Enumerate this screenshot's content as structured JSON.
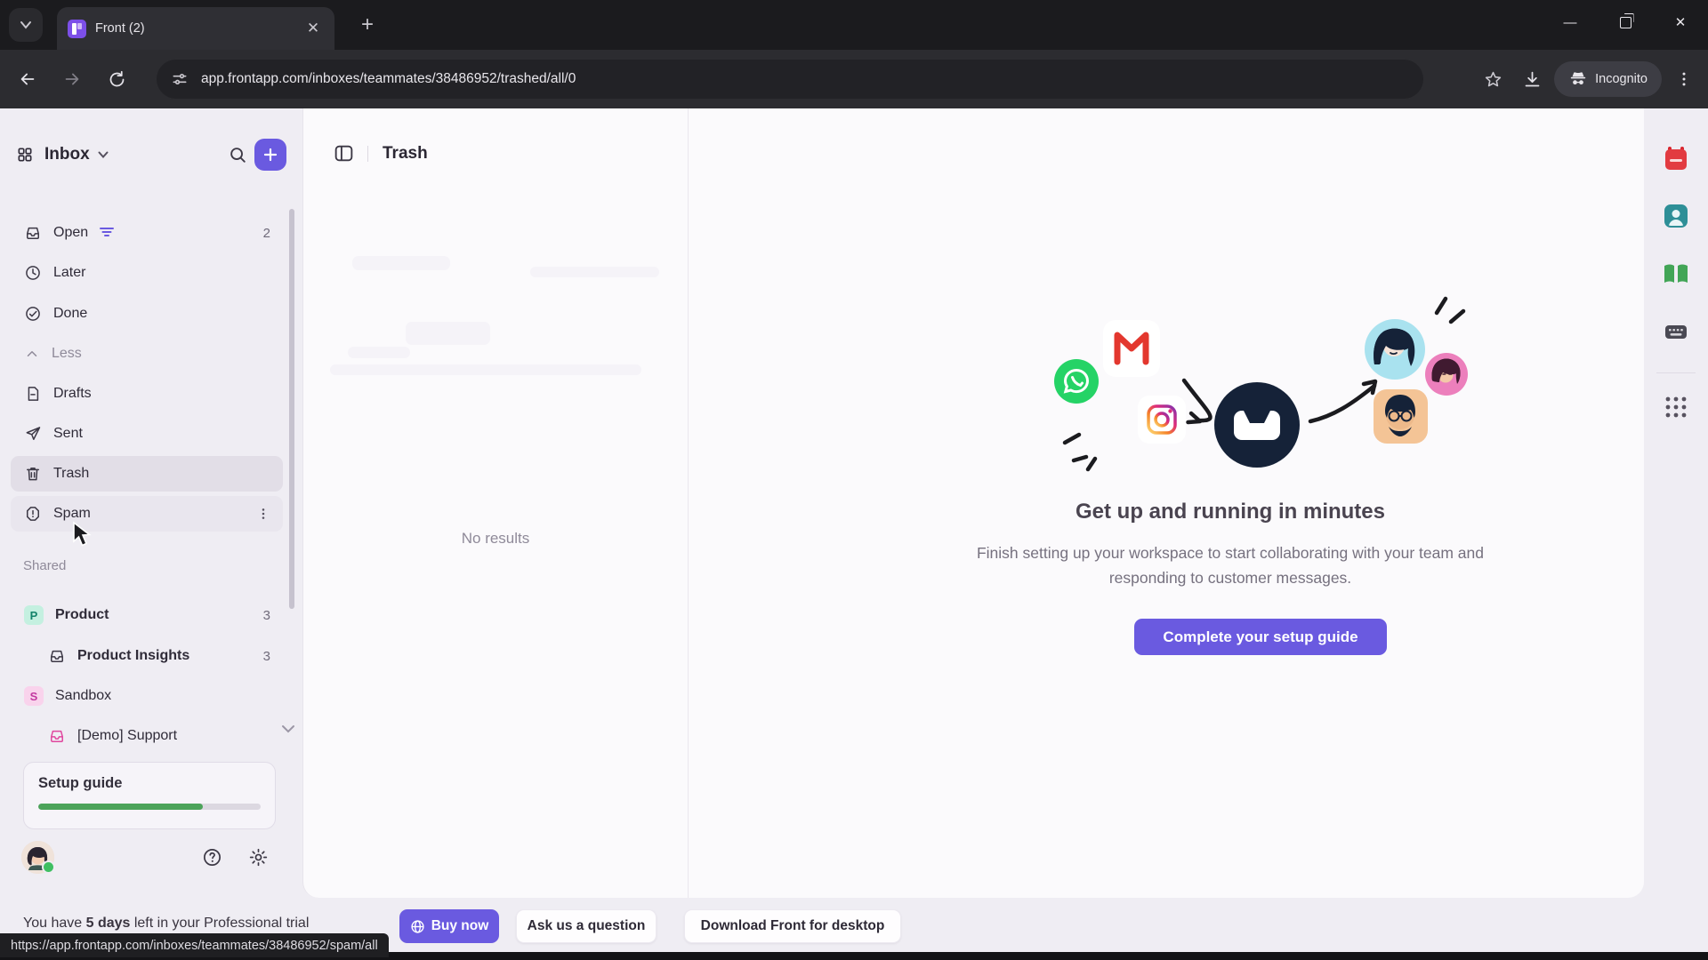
{
  "browser": {
    "tab_title": "Front (2)",
    "url": "app.frontapp.com/inboxes/teammates/38486952/trashed/all/0",
    "incognito_label": "Incognito"
  },
  "sidebar": {
    "header": {
      "title": "Inbox"
    },
    "items": [
      {
        "label": "Open",
        "count": "2"
      },
      {
        "label": "Later",
        "count": ""
      },
      {
        "label": "Done",
        "count": ""
      },
      {
        "label": "Less",
        "count": ""
      },
      {
        "label": "Drafts",
        "count": ""
      },
      {
        "label": "Sent",
        "count": ""
      },
      {
        "label": "Trash",
        "count": ""
      },
      {
        "label": "Spam",
        "count": ""
      }
    ],
    "shared": {
      "header": "Shared",
      "items": [
        {
          "label": "Product",
          "badge": "P",
          "count": "3"
        },
        {
          "label": "Product Insights",
          "badge": "",
          "count": "3"
        },
        {
          "label": "Sandbox",
          "badge": "S",
          "count": ""
        },
        {
          "label": "[Demo] Support",
          "badge": "",
          "count": ""
        }
      ]
    },
    "setup_guide": {
      "label": "Setup guide",
      "progress_percent": 74
    }
  },
  "list_panel": {
    "title": "Trash",
    "empty_text": "No results"
  },
  "main_panel": {
    "heading": "Get up and running in minutes",
    "subtext": "Finish setting up your workspace to start collaborating with your team and responding to customer messages.",
    "cta_label": "Complete your setup guide"
  },
  "trial_bar": {
    "prefix": "You have ",
    "bold": "5 days",
    "suffix": " left in your Professional trial",
    "buy_label": "Buy now",
    "ask_label": "Ask us a question",
    "download_label": "Download Front for desktop"
  },
  "status_tooltip": "https://app.frontapp.com/inboxes/teammates/38486952/spam/all",
  "colors": {
    "accent_purple": "#6A5AE0",
    "progress_green": "#4CA35A",
    "front_navy": "#152238",
    "whatsapp_green": "#25D366",
    "gmail_red": "#E3372E",
    "chrome_dark": "#1B1B1E"
  },
  "icons": {
    "rail": [
      "calendar-icon",
      "contacts-icon",
      "knowledge-base-icon",
      "keyboard-icon",
      "apps-grid-icon"
    ],
    "sidebar": [
      "inbox-icon",
      "clock-icon",
      "check-circle-icon",
      "chevron-up-icon",
      "draft-icon",
      "send-icon",
      "trash-icon",
      "spam-icon"
    ]
  }
}
